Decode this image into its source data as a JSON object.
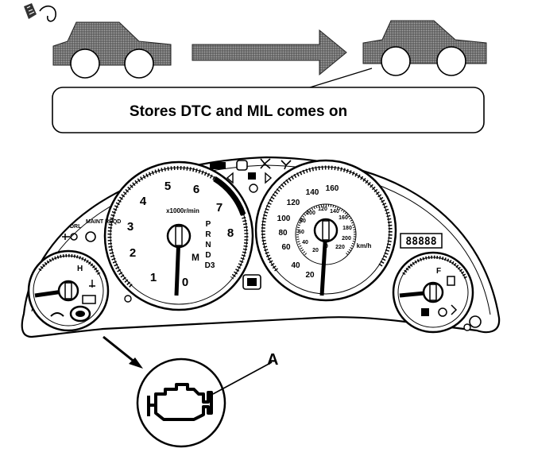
{
  "callout": {
    "text": "Stores DTC and MIL comes on"
  },
  "label_a": "A",
  "tachometer": {
    "ticks": [
      "0",
      "1",
      "2",
      "3",
      "4",
      "5",
      "6",
      "7",
      "8"
    ],
    "unit": "x1000r/min",
    "gears": [
      "P",
      "R",
      "N",
      "D",
      "D3"
    ],
    "mode": "M"
  },
  "speedometer": {
    "mph_ticks": [
      "20",
      "40",
      "60",
      "80",
      "100",
      "120",
      "140",
      "160"
    ],
    "kmh_ticks": [
      "0",
      "20",
      "40",
      "60",
      "80",
      "100",
      "120",
      "140",
      "160",
      "180",
      "200",
      "220"
    ],
    "kmh_unit": "km/h",
    "odometer": "88888"
  },
  "indicators": {
    "drl": "DRL",
    "maint": "MAINT REQD"
  },
  "temp_gauge": {
    "hot": "H"
  },
  "fuel_gauge": {
    "full": "F"
  }
}
